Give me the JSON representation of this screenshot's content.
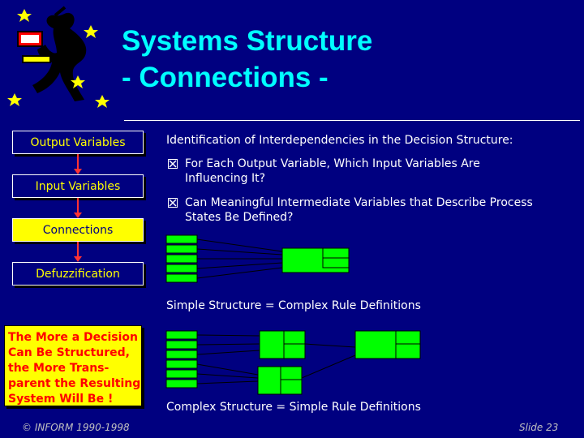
{
  "title": {
    "line1": "Systems Structure",
    "line2": "- Connections -"
  },
  "process_steps": [
    {
      "label": "Output Variables"
    },
    {
      "label": "Input Variables"
    },
    {
      "label": "Connections"
    },
    {
      "label": "Defuzzification"
    }
  ],
  "info_box": {
    "lines": [
      "The More a Decision",
      "Can Be Structured,",
      "the More Trans-",
      "parent the Resulting",
      "System Will Be !"
    ]
  },
  "heading": "Identification of Interdependencies in the Decision Structure:",
  "bullets": [
    {
      "line1": "For Each Output Variable, Which Input Variables Are",
      "line2": "Influencing It?"
    },
    {
      "line1": "Can Meaningful Intermediate Variables that Describe Process",
      "line2": "States Be Defined?"
    }
  ],
  "captions": {
    "simple": "Simple Structure = Complex Rule Definitions",
    "complex": "Complex Structure = Simple Rule Definitions"
  },
  "footer": {
    "left": "© INFORM 1990-1998",
    "right": "Slide 23"
  },
  "colors": {
    "background": "#000080",
    "title": "#00ffff",
    "steps_text": "#ffff00",
    "node_fill": "#00ff00",
    "link": "#ff3333"
  }
}
